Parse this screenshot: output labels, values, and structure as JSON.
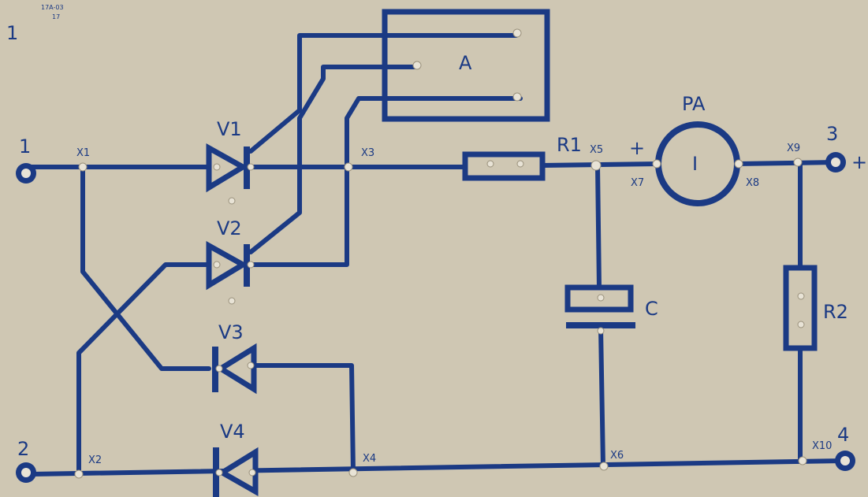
{
  "board": {
    "corner_number": "1",
    "part_code": "17A-03",
    "part_sub": "17",
    "colors": {
      "background": "#cfc7b3",
      "trace": "#1b3a84",
      "hole": "#e8e3d6"
    }
  },
  "terminals": [
    {
      "id": "t1",
      "label": "1"
    },
    {
      "id": "t2",
      "label": "2"
    },
    {
      "id": "t3",
      "label": "3",
      "polarity": "+"
    },
    {
      "id": "t4",
      "label": "4"
    }
  ],
  "nodes": [
    "X1",
    "X2",
    "X3",
    "X4",
    "X5",
    "X6",
    "X7",
    "X8",
    "X9",
    "X10"
  ],
  "components": {
    "V1": "V1",
    "V2": "V2",
    "V3": "V3",
    "V4": "V4",
    "R1": "R1",
    "R2": "R2",
    "C": "C",
    "PA": "PA",
    "PA_symbol": "I",
    "PA_plus": "+",
    "A": "A"
  }
}
